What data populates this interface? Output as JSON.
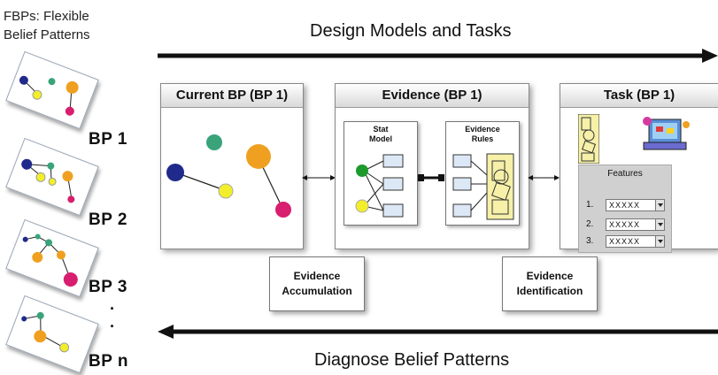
{
  "sidebar": {
    "title_line1": "FBPs: Flexible",
    "title_line2": "Belief Patterns",
    "labels": [
      "BP 1",
      "BP 2",
      "BP 3",
      "BP n"
    ],
    "ellipsis": "·"
  },
  "top_arrow": {
    "label": "Design Models and Tasks"
  },
  "bottom_arrow": {
    "label": "Diagnose Belief Patterns"
  },
  "panels": {
    "current": {
      "title": "Current BP (BP 1)"
    },
    "evidence": {
      "title": "Evidence (BP 1)",
      "stat_model_line1": "Stat",
      "stat_model_line2": "Model",
      "rules_line1": "Evidence",
      "rules_line2": "Rules"
    },
    "task": {
      "title": "Task (BP 1)",
      "features_title": "Features",
      "rows": [
        {
          "num": "1.",
          "value": "XXXXX"
        },
        {
          "num": "2.",
          "value": "XXXXX"
        },
        {
          "num": "3.",
          "value": "XXXXX"
        }
      ]
    }
  },
  "callouts": {
    "accumulation_line1": "Evidence",
    "accumulation_line2": "Accumulation",
    "identification_line1": "Evidence",
    "identification_line2": "Identification"
  },
  "colors": {
    "navy": "#1f2a8a",
    "teal": "#3aa37a",
    "yellow": "#f2ee2a",
    "orange": "#f0a020",
    "magenta": "#d81e6e",
    "green": "#1e9a2c",
    "box_blue": "#dce8f6"
  }
}
